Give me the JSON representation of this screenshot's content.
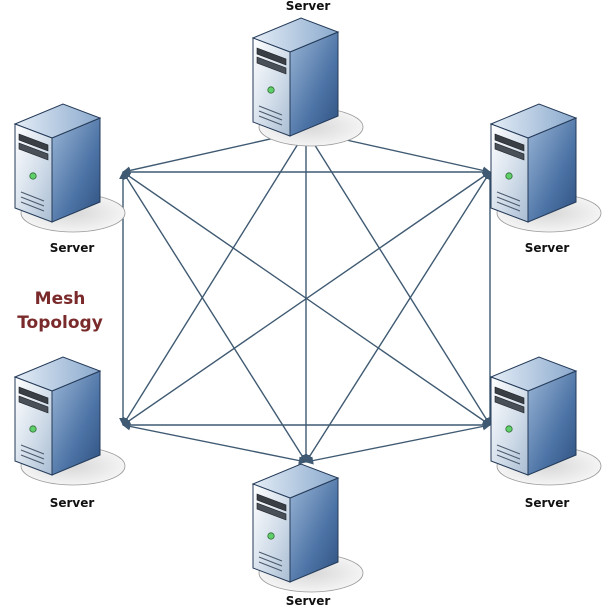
{
  "diagram": {
    "title_line1": "Mesh",
    "title_line2": "Topology",
    "title_color": "#7a2a2a",
    "link_color": "#3f5a72",
    "nodes": [
      {
        "id": "top",
        "label": "Server"
      },
      {
        "id": "upper-left",
        "label": "Server"
      },
      {
        "id": "upper-right",
        "label": "Server"
      },
      {
        "id": "lower-left",
        "label": "Server"
      },
      {
        "id": "lower-right",
        "label": "Server"
      },
      {
        "id": "bottom",
        "label": "Server"
      }
    ],
    "links": [
      [
        "top",
        "upper-left"
      ],
      [
        "top",
        "upper-right"
      ],
      [
        "top",
        "lower-left"
      ],
      [
        "top",
        "lower-right"
      ],
      [
        "top",
        "bottom"
      ],
      [
        "upper-left",
        "upper-right"
      ],
      [
        "upper-left",
        "lower-left"
      ],
      [
        "upper-left",
        "lower-right"
      ],
      [
        "upper-left",
        "bottom"
      ],
      [
        "upper-right",
        "lower-left"
      ],
      [
        "upper-right",
        "lower-right"
      ],
      [
        "upper-right",
        "bottom"
      ],
      [
        "lower-left",
        "lower-right"
      ],
      [
        "lower-left",
        "bottom"
      ],
      [
        "lower-right",
        "bottom"
      ]
    ]
  }
}
